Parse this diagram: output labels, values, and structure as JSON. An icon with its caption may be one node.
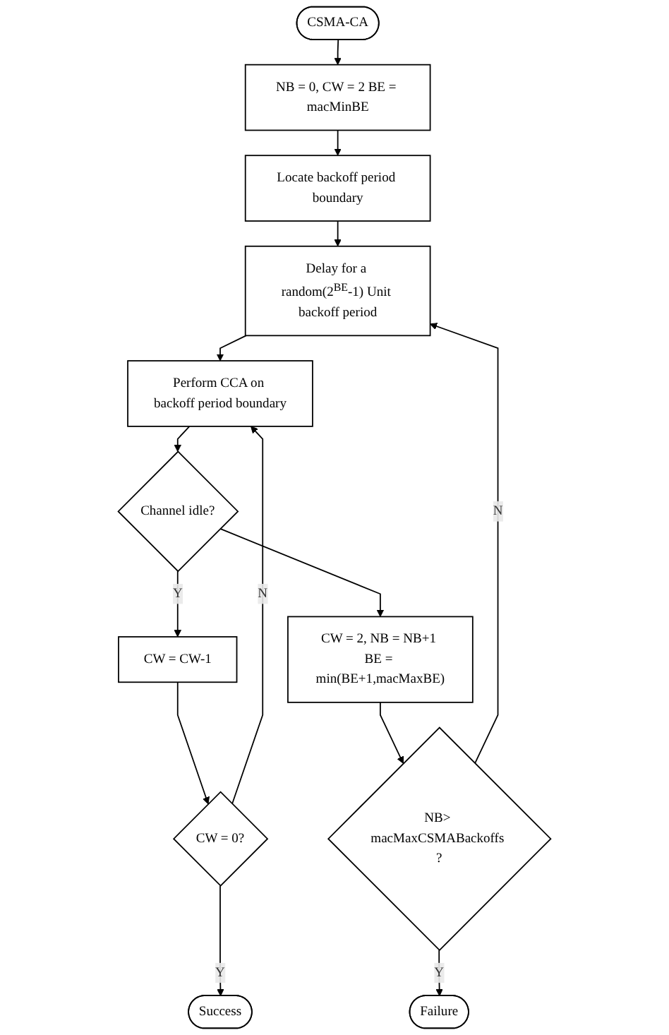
{
  "diagram": {
    "nodes": [
      {
        "text": [
          "CSMA-CA"
        ]
      },
      {
        "text": [
          "NB = 0, CW = 2 BE = macMinBE"
        ]
      },
      {
        "text": [
          "Locate backoff period boundary"
        ]
      },
      {
        "text": [
          "Delay for a random(2$^{BE}$-1) Unit backoff period"
        ]
      },
      {
        "text": [
          "Perform CCA on backoff period boundary"
        ]
      },
      {
        "text": [
          "Channel idle?"
        ]
      },
      {
        "text": [
          "CW = 2, NB = NB+1 BE = min(BE+1,macMaxBE)"
        ]
      },
      {
        "text": [
          "NB> macMaxCSMABackoffs ?"
        ]
      },
      {
        "text": [
          "Failure"
        ]
      },
      {
        "text": [
          "CW = CW-1"
        ]
      },
      {
        "text": [
          "CW = 0?"
        ]
      },
      {
        "text": [
          "Success"
        ]
      }
    ],
    "edges": [
      {
        "from": 0,
        "to": 1,
        "arrow": "to"
      },
      {
        "from": 1,
        "to": 2,
        "arrow": "to"
      },
      {
        "from": 2,
        "to": 3,
        "arrow": "to"
      },
      {
        "from": 3,
        "to": 4,
        "arrow": "to"
      },
      {
        "from": 4,
        "to": 5,
        "arrow": "to"
      },
      {
        "from": 5,
        "to": 9,
        "arrow": "to",
        "label": "Y"
      },
      {
        "from": 5,
        "to": 6,
        "arrow": "to"
      },
      {
        "from": 6,
        "to": 7,
        "arrow": "to"
      },
      {
        "from": 7,
        "to": 8,
        "arrow": "to",
        "label": "Y"
      },
      {
        "from": 7,
        "to": 3,
        "arrow": "to",
        "label": "N"
      },
      {
        "from": 9,
        "to": 10,
        "arrow": "to"
      },
      {
        "from": 10,
        "to": 11,
        "arrow": "to",
        "label": "Y"
      },
      {
        "from": 10,
        "to": 4,
        "arrow": "to",
        "label": "N"
      }
    ]
  }
}
